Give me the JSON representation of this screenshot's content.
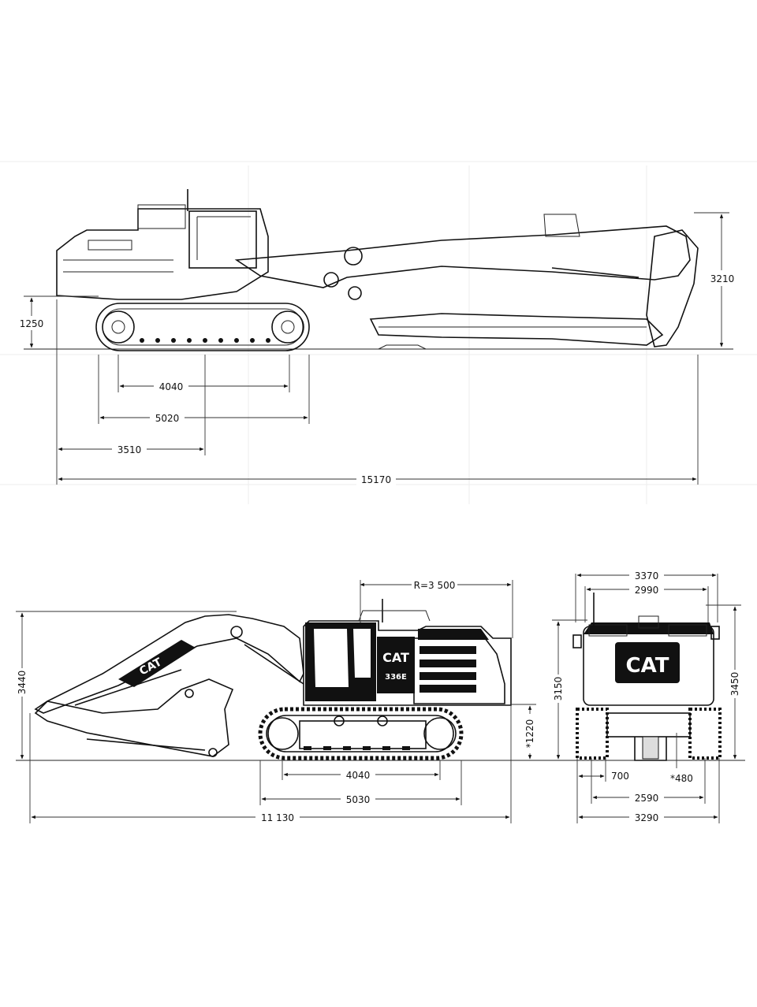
{
  "top_view": {
    "dims": {
      "height_total": "3210",
      "track_height": "1250",
      "tumbler_distance": "4040",
      "track_length": "5020",
      "tail_to_center": "3510",
      "overall_length": "15170"
    }
  },
  "side_view": {
    "model_label": "336E",
    "brand": "CAT",
    "dims": {
      "tail_radius": "R=3 500",
      "overall_height": "3440",
      "clearance": "*1220",
      "tumbler_distance": "4040",
      "track_length": "5030",
      "overall_length": "11 130"
    }
  },
  "rear_view": {
    "brand": "CAT",
    "dims": {
      "width_top": "3370",
      "width_upper": "2990",
      "cab_height": "3150",
      "overall_height": "3450",
      "shoe_width": "700",
      "ground_clearance": "*480",
      "gauge": "2590",
      "overall_width": "3290"
    }
  },
  "colors": {
    "line": "#111111",
    "body": "#ffffff",
    "dark": "#111111",
    "grid": "#e6e6e6"
  },
  "icons": {
    "arrow": "dimension-arrow-icon",
    "logo": "cat-logo-icon"
  }
}
